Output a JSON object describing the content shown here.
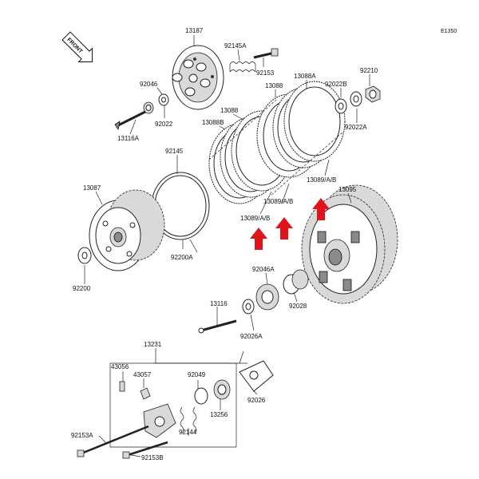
{
  "diagram_id": "E1350",
  "front_label": "FRONT",
  "accent_color": "#e0141b",
  "labels": {
    "p13187": "13187",
    "p92145A": "92145A",
    "p92153": "92153",
    "p92046": "92046",
    "p92022": "92022",
    "p13116A": "13116A",
    "p13088": "13088",
    "p13088A": "13088A",
    "p13088B": "13088B",
    "p13088c": "13088",
    "p92022B": "92022B",
    "p92210": "92210",
    "p92022A": "92022A",
    "p92145": "92145",
    "p13087": "13087",
    "p13089AB_right": "13089/A/B",
    "p13089AB_mid": "13089/A/B",
    "p13089AB_left": "13089/A/B",
    "p13095": "13095",
    "p92200A": "92200A",
    "p92200": "92200",
    "p92046A": "92046A",
    "p92028": "92028",
    "p13116": "13116",
    "p92026A": "92026A",
    "p13231": "13231",
    "p43056": "43056",
    "p43057": "43057",
    "p92049": "92049",
    "p92026": "92026",
    "p13256": "13256",
    "p92144": "92144",
    "p92153A": "92153A",
    "p92153B": "92153B"
  },
  "icons": {
    "arrow": "up-arrow-icon"
  }
}
